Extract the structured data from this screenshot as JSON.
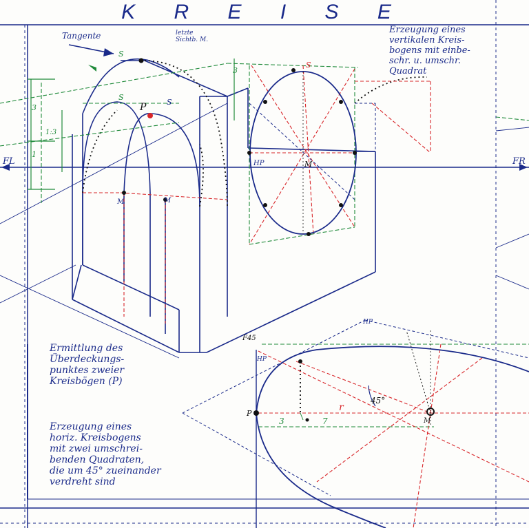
{
  "title": "K R E I S E",
  "labels": {
    "tangente": "Tangente",
    "letzte_sichtb": "letzte\nSichtb. M.",
    "fl": "FL",
    "fr": "FR",
    "s": "S",
    "p": "P",
    "m": "M",
    "hp": "HP",
    "f45": "F45",
    "r": "r",
    "angle": "45°",
    "dim_3": "3",
    "dim_7": "7",
    "dim_1": "1",
    "dim_13": "1:3"
  },
  "notes": {
    "vertical_arc": "Erzeugung eines\nvertikalen Kreis-\nbogens mit einbe-\nschr. u. umschr.\nQuadrat",
    "overlap_point": "Ermittlung des\nÜberdeckungs-\npunktes zweier\nKreisbögen (P)",
    "horizontal_arc": "Erzeugung eines\nhoriz. Kreisbogens\nmit zwei umschrei-\nbenden Quadraten,\ndie um 45° zueinander\nverdreht sind"
  },
  "colors": {
    "blue": "#1a2a8a",
    "red": "#d8262a",
    "green": "#1f8a3a",
    "black": "#111111"
  }
}
